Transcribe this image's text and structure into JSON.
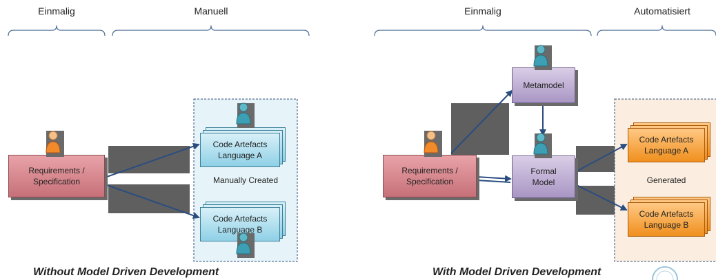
{
  "left": {
    "phase_once": "Einmalig",
    "phase_manual": "Manuell",
    "requirements": "Requirements / Specification",
    "code_a": "Code Artefacts Language A",
    "code_b": "Code Artefacts Language B",
    "container_label": "Manually Created",
    "caption": "Without Model Driven Development"
  },
  "right": {
    "phase_once": "Einmalig",
    "phase_auto": "Automatisiert",
    "metamodel": "Metamodel",
    "formal_model": "Formal Model",
    "requirements": "Requirements / Specification",
    "code_a": "Code Artefacts Language A",
    "code_b": "Code Artefacts Language B",
    "container_label": "Generated",
    "caption": "With Model Driven Development"
  },
  "colors": {
    "requirements": "#d98990",
    "model": "#b8a8d0",
    "manual_artefacts": "#a8dcee",
    "generated_artefacts": "#f7a84a",
    "manual_container": "#e6f3f8",
    "generated_container": "#fbeee0",
    "arrow": "#2a4d80",
    "shadow": "#6a6a6a"
  },
  "icons": [
    "person-orange-icon",
    "person-teal-icon"
  ]
}
